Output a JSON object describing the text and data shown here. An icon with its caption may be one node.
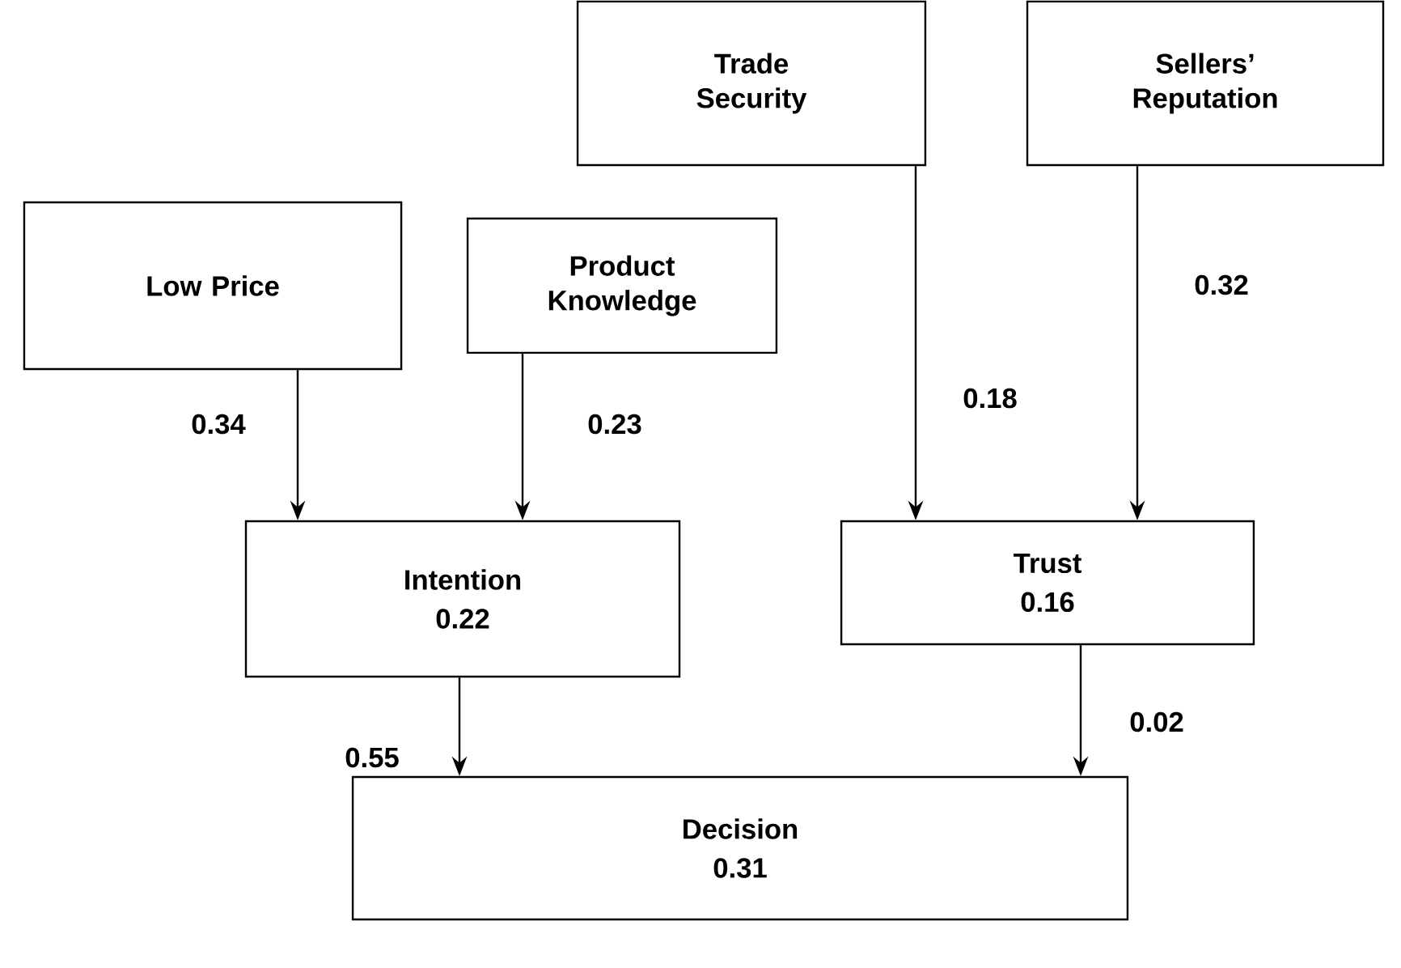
{
  "diagram": {
    "nodes": [
      {
        "text": [
          "Trade Security"
        ]
      },
      {
        "text": [
          "Sellers’ Reputation"
        ]
      },
      {
        "text": [
          "Low Price"
        ]
      },
      {
        "text": [
          "Product Knowledge"
        ]
      },
      {
        "text": [
          "Intention",
          "0.22"
        ]
      },
      {
        "text": [
          "Trust",
          "0.16"
        ]
      },
      {
        "text": [
          "Decision",
          "0.31"
        ]
      }
    ],
    "edges": [
      {
        "from": 2,
        "to": 4,
        "arrow": "to",
        "label": "0.34"
      },
      {
        "from": 3,
        "to": 4,
        "arrow": "to",
        "label": "0.23"
      },
      {
        "from": 0,
        "to": 5,
        "arrow": "to",
        "label": "0.18"
      },
      {
        "from": 1,
        "to": 5,
        "arrow": "to",
        "label": "0.32"
      },
      {
        "from": 4,
        "to": 6,
        "arrow": "to",
        "label": "0.55"
      },
      {
        "from": 5,
        "to": 6,
        "arrow": "to",
        "label": "0.02"
      }
    ]
  }
}
